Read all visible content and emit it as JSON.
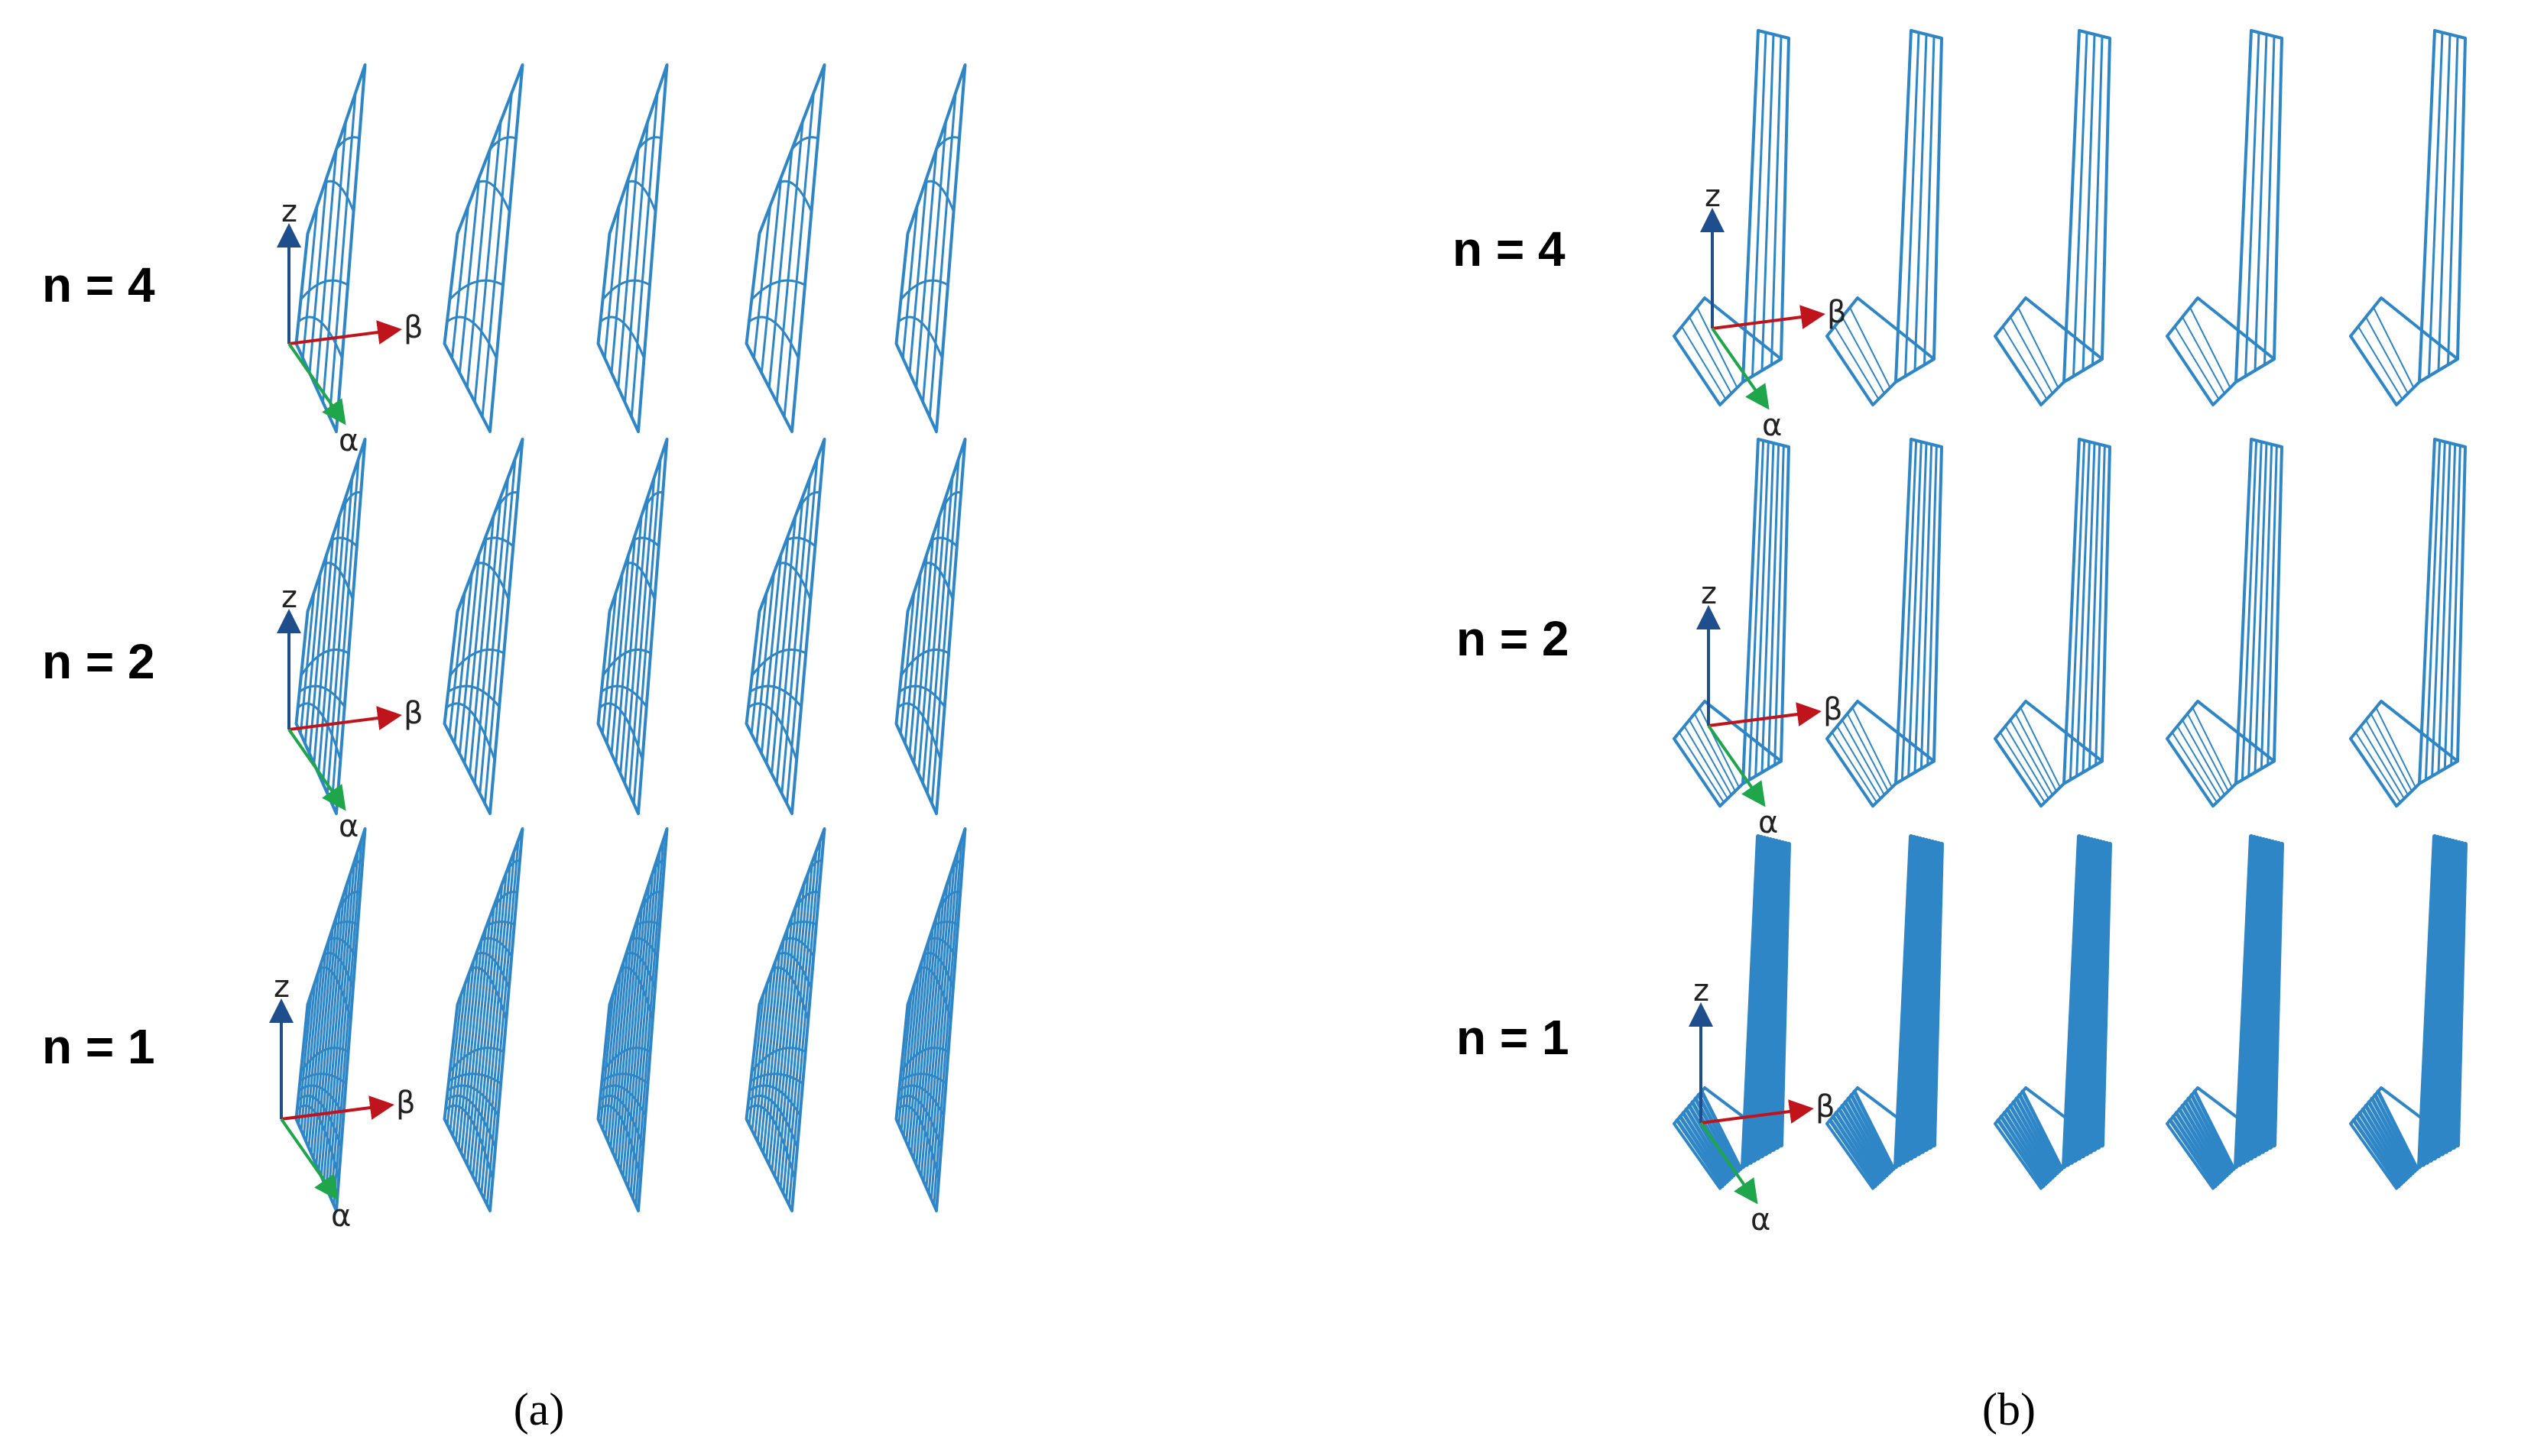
{
  "panels": [
    {
      "caption": "(a)",
      "kind": "a",
      "rows": [
        {
          "label": "n = 4",
          "density": 4
        },
        {
          "label": "n = 2",
          "density": 2
        },
        {
          "label": "n = 1",
          "density": 1
        }
      ]
    },
    {
      "caption": "(b)",
      "kind": "b",
      "rows": [
        {
          "label": "n = 4",
          "density": 4
        },
        {
          "label": "n = 2",
          "density": 2
        },
        {
          "label": "n = 1",
          "density": 1
        }
      ]
    }
  ],
  "axes": {
    "z": "z",
    "beta": "β",
    "alpha": "α"
  },
  "colors": {
    "wire": "#2f86c6",
    "z_axis": "#1f4e8c",
    "beta_axis": "#c0141c",
    "alpha_axis": "#1fa64b",
    "text": "#000000"
  }
}
